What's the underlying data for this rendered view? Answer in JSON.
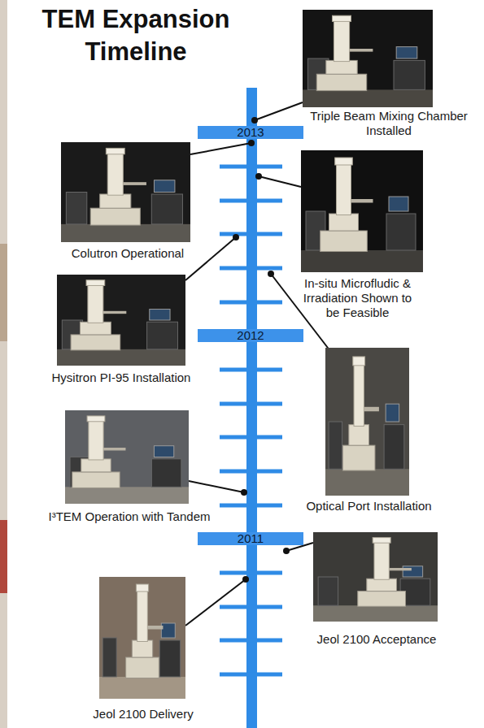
{
  "diagram": {
    "title": "TEM Expansion Timeline",
    "nodes": [
      {
        "text": [
          "Triple Beam Mixing Chamber Installed"
        ]
      },
      {
        "text": [
          "2013"
        ]
      },
      {
        "text": [
          "Colutron Operational"
        ]
      },
      {
        "text": [
          "In-situ Microfludic & Irradiation Shown to be Feasible"
        ]
      },
      {
        "text": [
          "Hysitron PI-95 Installation"
        ]
      },
      {
        "text": [
          "2012"
        ]
      },
      {
        "text": [
          "Optical Port Installation"
        ]
      },
      {
        "text": [
          "I³TEM Operation with Tandem"
        ]
      },
      {
        "text": [
          "2011"
        ]
      },
      {
        "text": [
          "Jeol 2100 Acceptance"
        ]
      },
      {
        "text": [
          "Jeol 2100 Delivery"
        ]
      }
    ]
  }
}
